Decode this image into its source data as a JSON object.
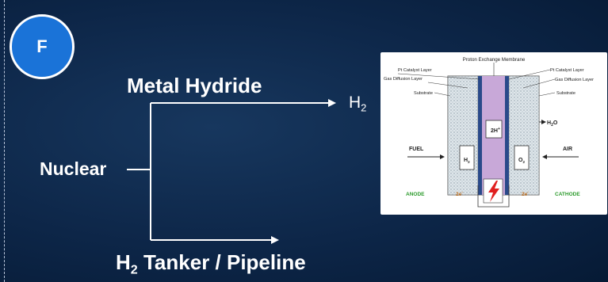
{
  "badge": {
    "letter": "F"
  },
  "labels": {
    "source": "Nuclear",
    "route_top": "Metal Hydride",
    "product_main": "H",
    "product_sub": "2",
    "route_bottom_main": "H",
    "route_bottom_sub": "2",
    "route_bottom_rest": " Tanker / Pipeline"
  },
  "fuel_cell": {
    "membrane": "Proton Exchange Membrane",
    "left_labels": [
      "Pt Catalyst Layer",
      "Gas Diffusion Layer",
      "Substrate"
    ],
    "right_labels": [
      "Pt Catalyst Layer",
      "Gas Diffusion Layer",
      "Substrate"
    ],
    "center_species": "2H",
    "center_sup": "+",
    "water": "H",
    "water_sub": "2",
    "water_end": "O",
    "fuel": "FUEL",
    "air": "AIR",
    "left_gas": "H",
    "left_gas_sub": "2",
    "right_gas": "O",
    "right_gas_sub": "2",
    "anode": "ANODE",
    "cathode": "CATHODE",
    "electron_left": "2e",
    "electron_right": "2e",
    "electron_sup": "-"
  },
  "colors": {
    "background": "#0d2648",
    "badge": "#1a73d8",
    "line": "#ffffff",
    "anode": "#2a9a2a",
    "cathode": "#2a9a2a",
    "membrane": "#c8a8d8",
    "bolt": "#e02020"
  }
}
